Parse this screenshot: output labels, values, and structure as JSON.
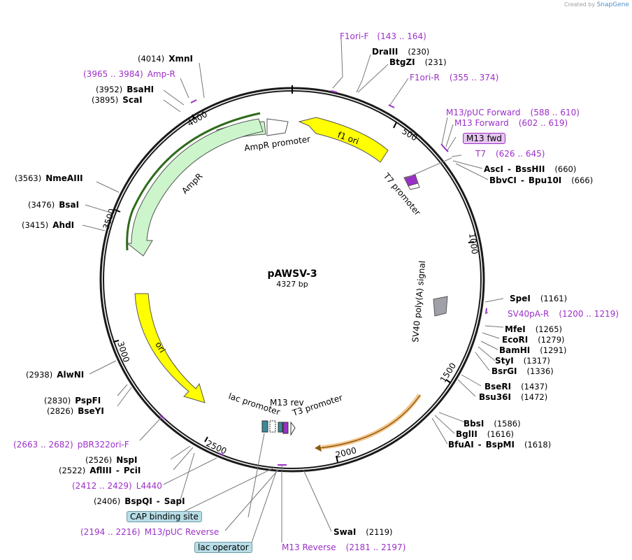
{
  "credit": {
    "created_by": "Created by",
    "brand": "SnapGene"
  },
  "plasmid": {
    "name": "pAWSV-3",
    "length": "4327 bp"
  },
  "ticks": [
    "500",
    "1000",
    "1500",
    "2000",
    "2500",
    "3000",
    "3500",
    "4000"
  ],
  "features": {
    "f1_ori": "f1 ori",
    "ampr_promoter": "AmpR promoter",
    "ampr": "AmpR",
    "ori": "ori",
    "t7_promoter": "T7 promoter",
    "sv40": "SV40 poly(A) signal",
    "lac_promoter": "lac promoter",
    "m13_rev": "M13 rev",
    "t3_promoter": "T3 promoter",
    "cap_site": "CAP binding site",
    "lac_operator": "lac operator",
    "m13_fwd": "M13 fwd"
  },
  "primers": {
    "f1ori_f": {
      "name": "F1ori-F",
      "range": "(143 .. 164)"
    },
    "f1ori_r": {
      "name": "F1ori-R",
      "range": "(355 .. 374)"
    },
    "m13_puc_forward": {
      "name": "M13/pUC Forward",
      "range": "(588 .. 610)"
    },
    "m13_forward": {
      "name": "M13 Forward",
      "range": "(602 .. 619)"
    },
    "t7": {
      "name": "T7",
      "range": "(626 .. 645)"
    },
    "sv40pa_r": {
      "name": "SV40pA-R",
      "range": "(1200 .. 1219)"
    },
    "m13_reverse": {
      "name": "M13 Reverse",
      "range": "(2181 .. 2197)"
    },
    "m13_puc_rev": {
      "name": "M13/pUC Reverse",
      "range": "(2194 .. 2216)"
    },
    "l4440": {
      "name": "L4440",
      "range": "(2412 .. 2429)"
    },
    "pbr322ori_f": {
      "name": "pBR322ori-F",
      "range": "(2663 .. 2682)"
    },
    "amp_r": {
      "name": "Amp-R",
      "range": "(3965 .. 3984)"
    }
  },
  "enzymes": {
    "draiii": {
      "name": "DraIII",
      "pos": "(230)"
    },
    "btgzi": {
      "name": "BtgZI",
      "pos": "(231)"
    },
    "asci": {
      "name": "AscI",
      "pos": ""
    },
    "bsshii": {
      "name": "BssHII",
      "pos": "(660)"
    },
    "bbvci": {
      "name": "BbvCI",
      "pos": ""
    },
    "bpu10i": {
      "name": "Bpu10I",
      "pos": "(666)"
    },
    "spei": {
      "name": "SpeI",
      "pos": "(1161)"
    },
    "mfei": {
      "name": "MfeI",
      "pos": "(1265)"
    },
    "ecori": {
      "name": "EcoRI",
      "pos": "(1279)"
    },
    "bamhi": {
      "name": "BamHI",
      "pos": "(1291)"
    },
    "styi": {
      "name": "StyI",
      "pos": "(1317)"
    },
    "bsrgi": {
      "name": "BsrGI",
      "pos": "(1336)"
    },
    "bseri": {
      "name": "BseRI",
      "pos": "(1437)"
    },
    "bsu36i": {
      "name": "Bsu36I",
      "pos": "(1472)"
    },
    "bbsi": {
      "name": "BbsI",
      "pos": "(1586)"
    },
    "bglii": {
      "name": "BglII",
      "pos": "(1616)"
    },
    "bfuai": {
      "name": "BfuAI",
      "pos": ""
    },
    "bspmi": {
      "name": "BspMI",
      "pos": "(1618)"
    },
    "swai": {
      "name": "SwaI",
      "pos": "(2119)"
    },
    "bspqi": {
      "name": "BspQI",
      "pos": "(2406)"
    },
    "sapi": {
      "name": "SapI",
      "pos": ""
    },
    "afliii": {
      "name": "AflIII",
      "pos": "(2522)"
    },
    "pcii": {
      "name": "PciI",
      "pos": ""
    },
    "nspi": {
      "name": "NspI",
      "pos": "(2526)"
    },
    "bseyi": {
      "name": "BseYI",
      "pos": "(2826)"
    },
    "pspfi": {
      "name": "PspFI",
      "pos": "(2830)"
    },
    "alwni": {
      "name": "AlwNI",
      "pos": "(2938)"
    },
    "ahdi": {
      "name": "AhdI",
      "pos": "(3415)"
    },
    "bsai": {
      "name": "BsaI",
      "pos": "(3476)"
    },
    "nmeaiii": {
      "name": "NmeAIII",
      "pos": "(3563)"
    },
    "scai": {
      "name": "ScaI",
      "pos": "(3895)"
    },
    "bsahi": {
      "name": "BsaHI",
      "pos": "(3952)"
    },
    "xmni": {
      "name": "XmnI",
      "pos": "(4014)"
    }
  },
  "colors": {
    "backbone": "#1a1a1a",
    "f1_ori": "#ffff00",
    "ori": "#ffff00",
    "ampr": "#ccf5cc",
    "primer": "#9b30c8",
    "sv40": "#a0a0a8",
    "orange_feature": "#f5c48a"
  }
}
